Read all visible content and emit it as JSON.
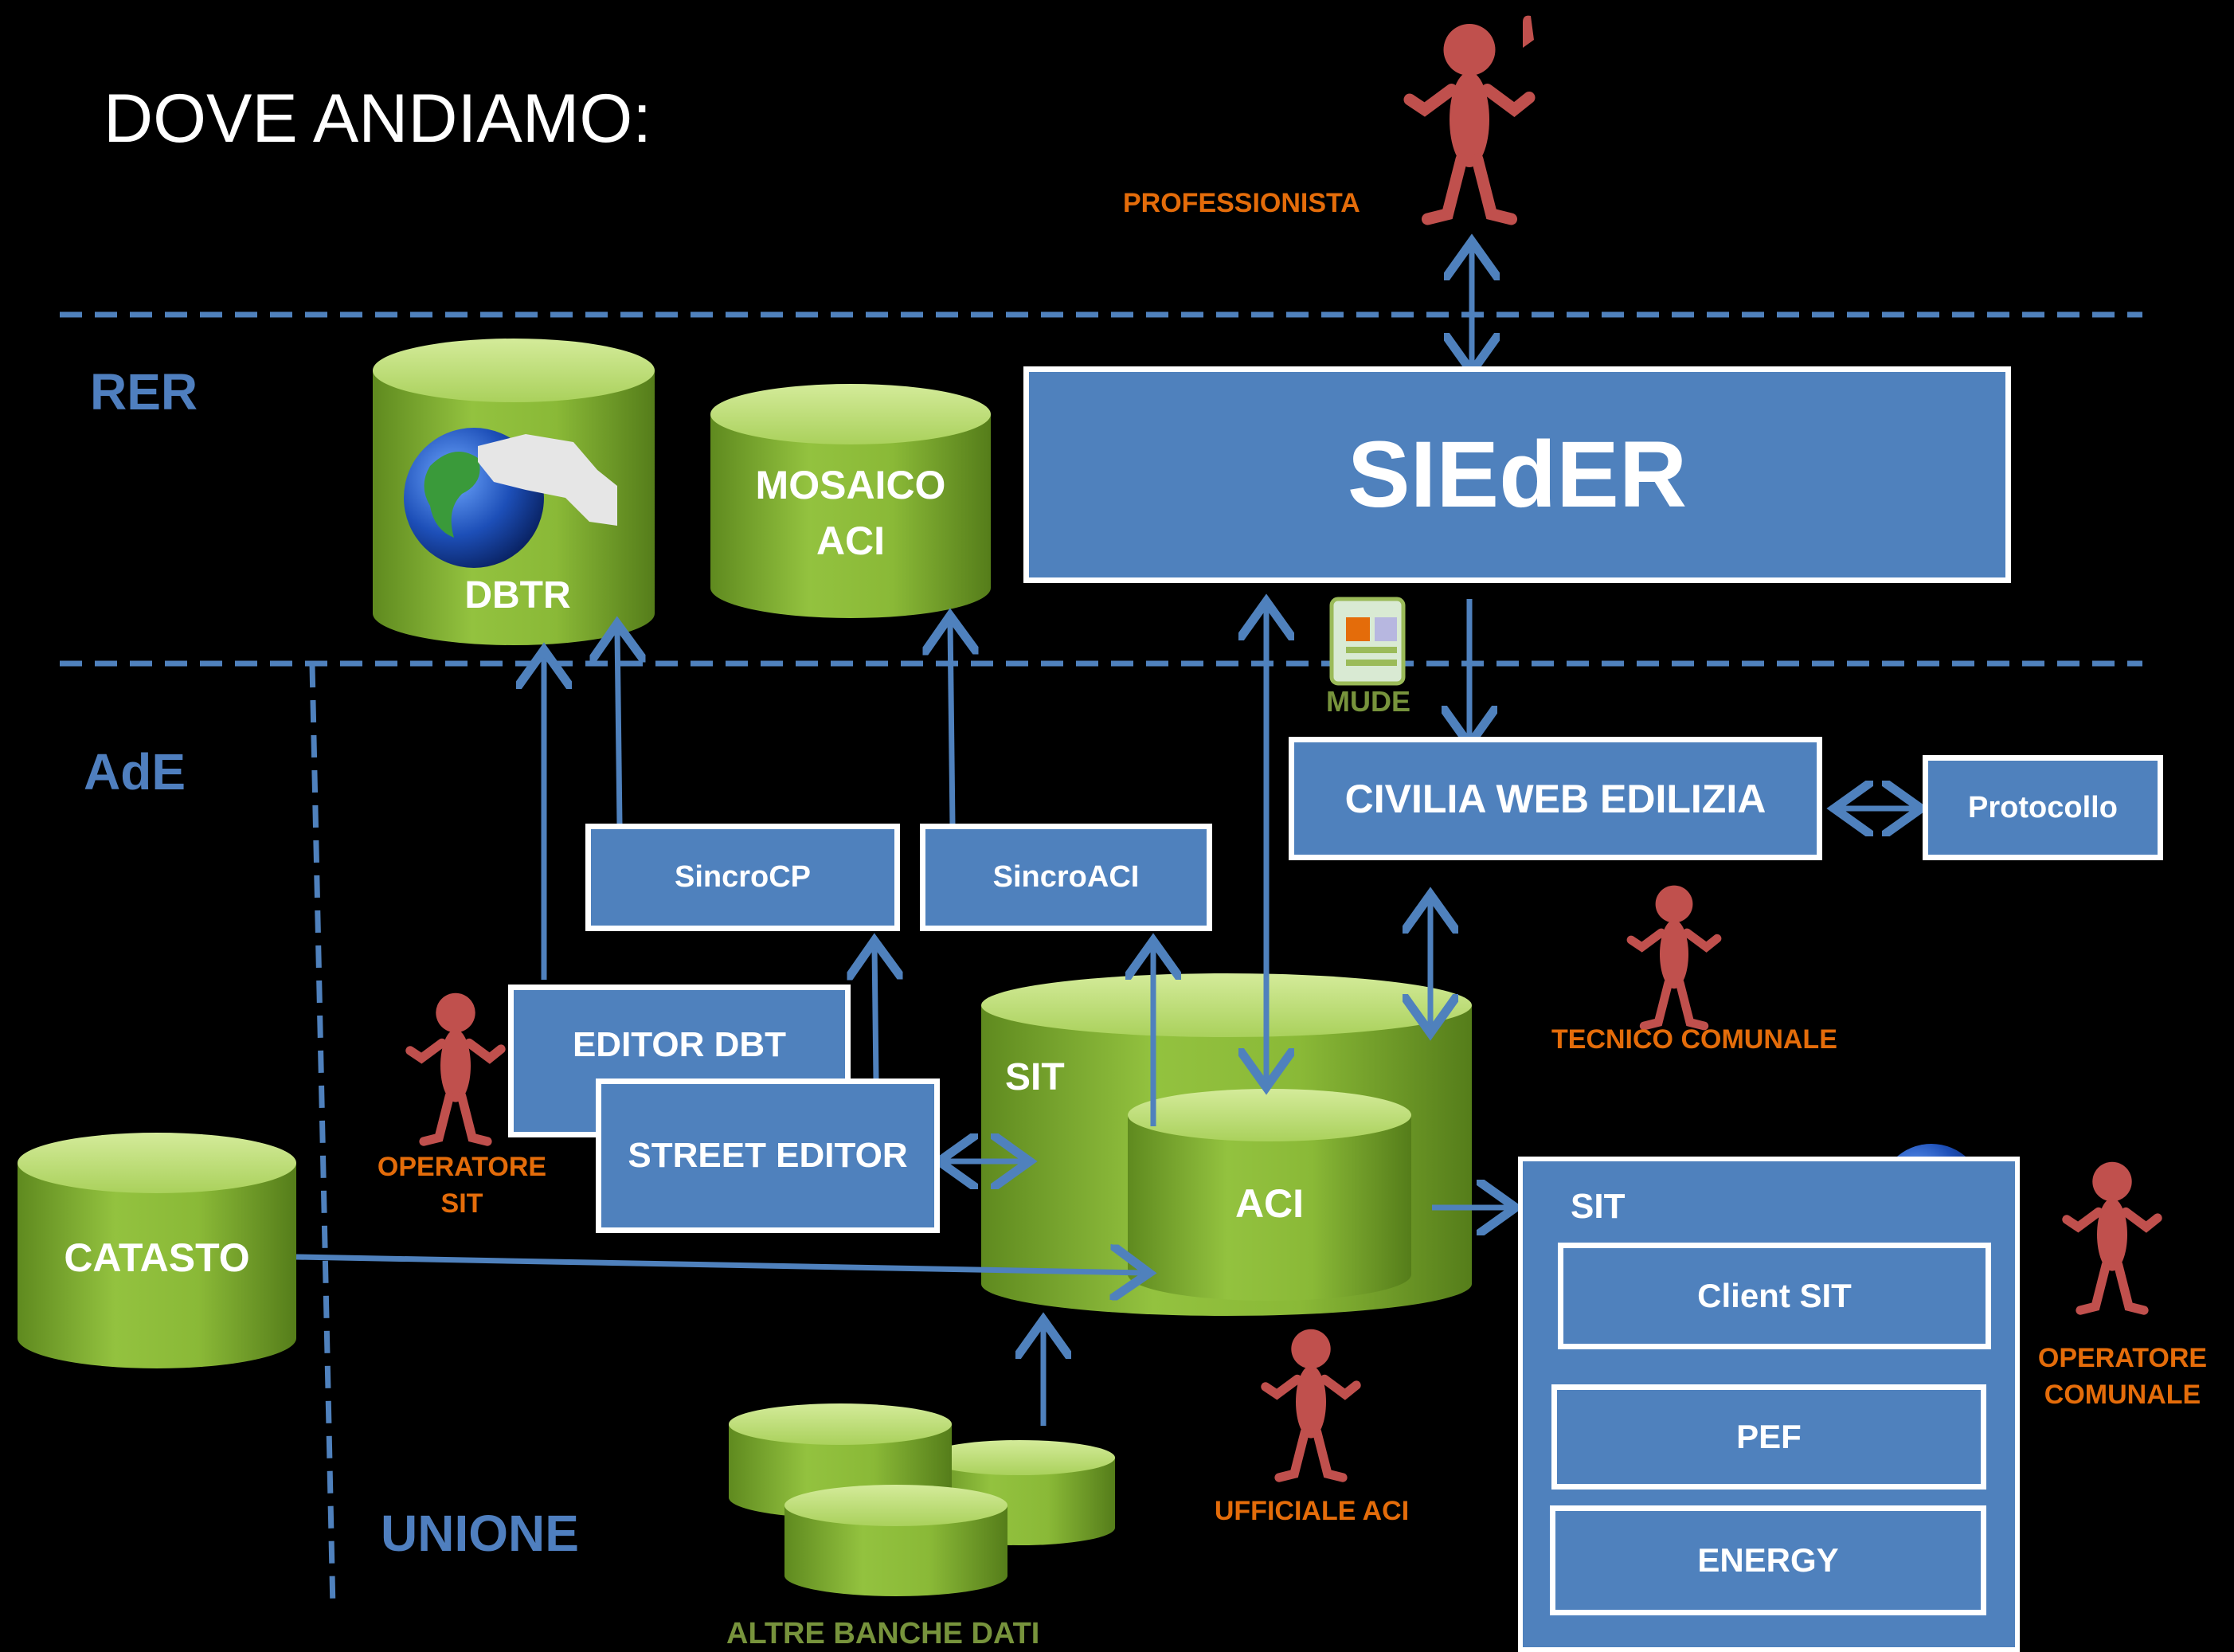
{
  "title": "DOVE ANDIAMO:",
  "zones": {
    "rer": "RER",
    "ade": "AdE",
    "unione": "UNIONE"
  },
  "databases": {
    "dbtr": "DBTR",
    "mosaico_line1": "MOSAICO",
    "mosaico_line2": "ACI",
    "catasto": "CATASTO",
    "sit": "SIT",
    "aci": "ACI",
    "altre": "ALTRE  BANCHE  DATI"
  },
  "boxes": {
    "sieder": "SIEdER",
    "civilia": "CIVILIA  WEB  EDILIZIA",
    "protocollo": "Protocollo",
    "sincrocp": "SincroCP",
    "sincroaci": "SincroACI",
    "editor_dbt": "EDITOR  DBT",
    "street_editor": "STREET  EDITOR",
    "sit_panel": "SIT",
    "client_sit": "Client  SIT",
    "pef": "PEF",
    "energy": "ENERGY"
  },
  "actors": {
    "professionista": "PROFESSIONISTA",
    "operatore_sit_1": "OPERATORE",
    "operatore_sit_2": "SIT",
    "tecnico_comunale": "TECNICO COMUNALE",
    "ufficiale_aci": "UFFICIALE  ACI",
    "operatore_comunale_1": "OPERATORE",
    "operatore_comunale_2": "COMUNALE"
  },
  "mude_label": "MUDE",
  "colors": {
    "background": "#000000",
    "box_fill": "#4f81bd",
    "box_border": "#ffffff",
    "arrow": "#4f81bd",
    "cylinder_green": "#8cbd3a",
    "actor": "#c0504d",
    "actor_label": "#e46c0a",
    "zone_label": "#4f7fbf"
  }
}
